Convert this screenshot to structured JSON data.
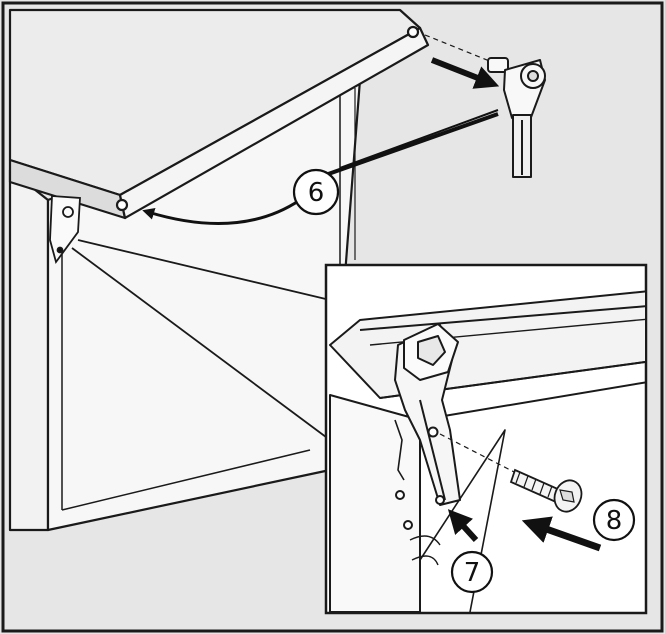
{
  "callouts": {
    "step_6": "6",
    "step_7": "7",
    "step_8": "8"
  },
  "colors": {
    "background": "#e6e6e6",
    "panel": "#ffffff",
    "part_fill": "#f2f2f2",
    "line": "#1a1a1a",
    "arrow": "#111111"
  }
}
